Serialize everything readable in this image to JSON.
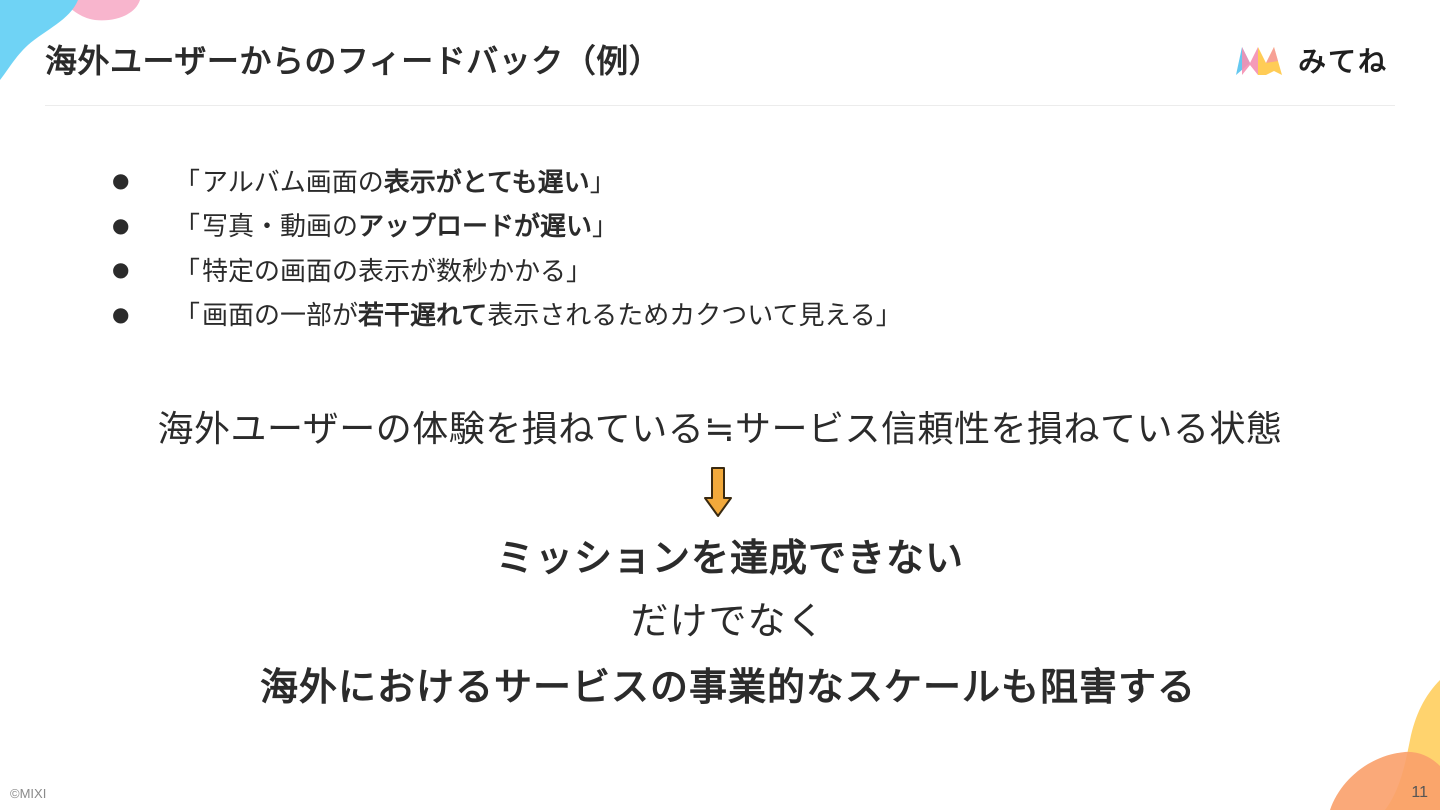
{
  "slide": {
    "title": "海外ユーザーからのフィードバック（例）",
    "logo_text": "みてね",
    "feedback": [
      {
        "bullet": "●",
        "open": "「",
        "pre": "アルバム画面の",
        "bold": "表示がとても遅い",
        "post": "",
        "close": "」"
      },
      {
        "bullet": "●",
        "open": "「",
        "pre": "写真・動画の",
        "bold": "アップロードが遅い",
        "post": "",
        "close": "」"
      },
      {
        "bullet": "●",
        "open": "「",
        "pre": "特定の画面の表示が数秒かかる",
        "bold": "",
        "post": "",
        "close": "」"
      },
      {
        "bullet": "●",
        "open": "「",
        "pre": "画面の一部が",
        "bold": "若干遅れて",
        "post": "表示されるためカクついて見える",
        "close": "」"
      }
    ],
    "statement": "海外ユーザーの体験を損ねている≒サービス信頼性を損ねている状態",
    "conclusion_1": "ミッションを達成できない",
    "conclusion_2": "だけでなく",
    "conclusion_3": "海外におけるサービスの事業的なスケールも阻害する",
    "copyright": "©MIXI",
    "page_number": "11"
  },
  "colors": {
    "text": "#2b2b2b",
    "arrow_fill": "#f2a93b",
    "arrow_stroke": "#3a2a10",
    "blob_blue": "#6fd3f5",
    "blob_pink": "#f7a8c4",
    "blob_yellow": "#ffd36e",
    "blob_orange": "#f9a06a",
    "logo_pink": "#f48fb1",
    "logo_blue": "#64c8f0",
    "logo_yellow": "#ffc94d"
  },
  "icons": {
    "logo": "mitene-logo-icon",
    "arrow": "arrow-down-icon"
  }
}
